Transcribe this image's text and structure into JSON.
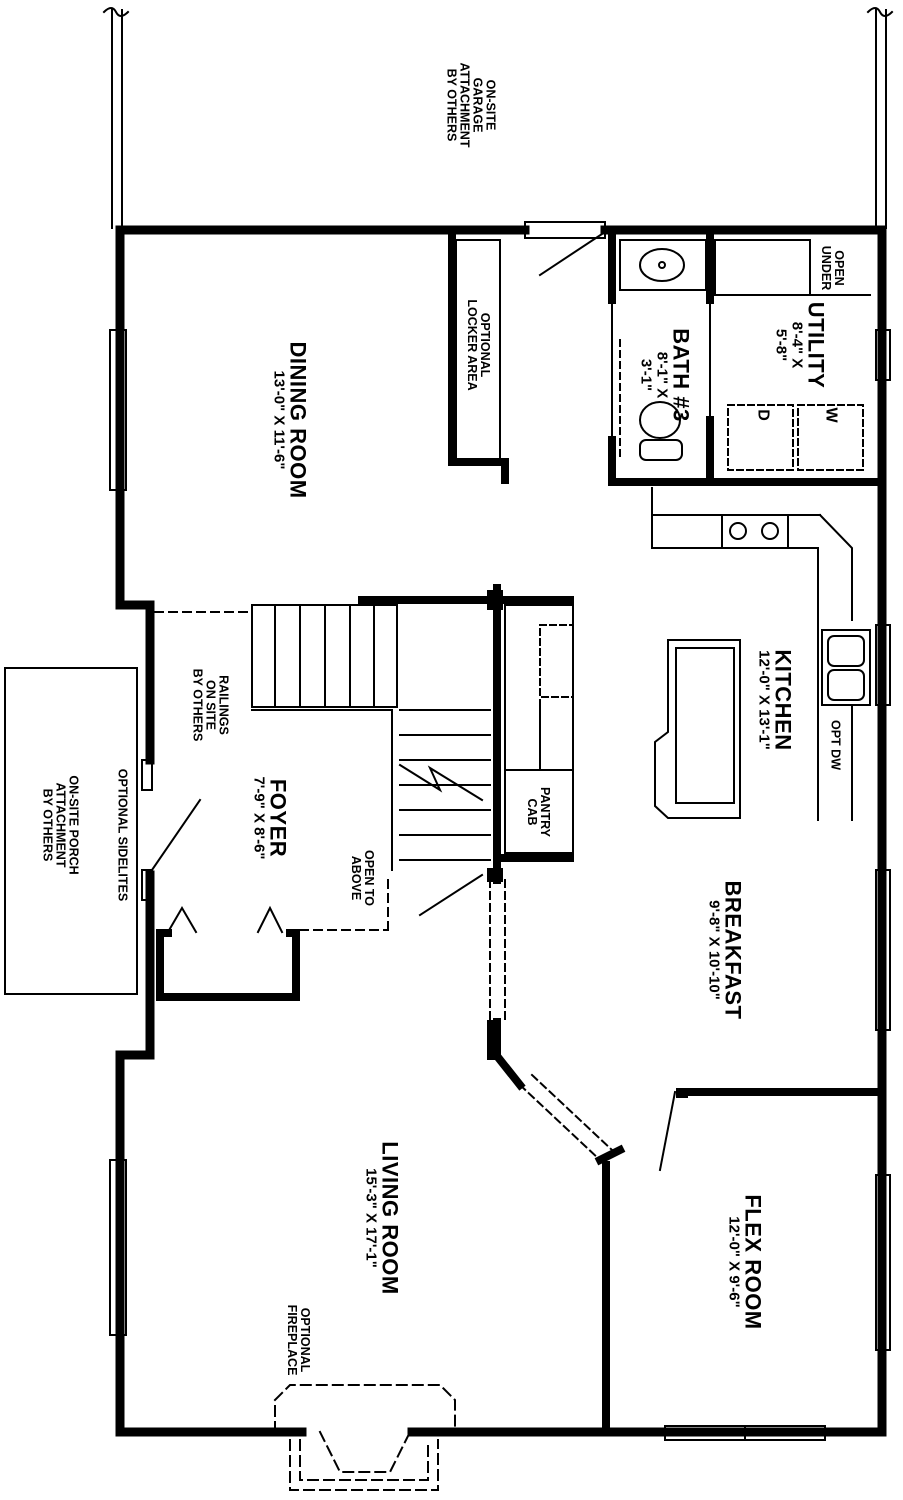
{
  "rooms": {
    "dining": {
      "name": "DINING ROOM",
      "dims": "13'-0\" X 11'-6\""
    },
    "foyer": {
      "name": "FOYER",
      "dims": "7'-9\" X 8'-6\""
    },
    "living": {
      "name": "LIVING ROOM",
      "dims": "15'-3\" X 17'-1\""
    },
    "kitchen": {
      "name": "KITCHEN",
      "dims": "12'-0\" X 13'-1\""
    },
    "breakfast": {
      "name": "BREAKFAST",
      "dims": "9'-8\" X 10'-10\""
    },
    "flex": {
      "name": "FLEX ROOM",
      "dims": "12'-0\" X 9'-6\""
    },
    "utility": {
      "name": "UTILITY",
      "dims_line1": "8'-4\" X",
      "dims_line2": "5'-8\""
    },
    "bath": {
      "name": "BATH #3",
      "dims_line1": "8'-1\" X",
      "dims_line2": "3'-1\""
    }
  },
  "notes": {
    "garage": [
      "ON-SITE",
      "GARAGE",
      "ATTACHMENT",
      "BY OTHERS"
    ],
    "porch": [
      "ON-SITE PORCH",
      "ATTACHMENT",
      "BY OTHERS"
    ],
    "sidelites": "OPTIONAL SIDELITES",
    "railings": [
      "RAILINGS",
      "ON SITE",
      "BY OTHERS"
    ],
    "open_to_above": [
      "OPEN TO",
      "ABOVE"
    ],
    "locker": [
      "OPTIONAL",
      "LOCKER AREA"
    ],
    "open_under": [
      "OPEN",
      "UNDER"
    ],
    "pantry": [
      "PANTRY",
      "CAB"
    ],
    "opt_dw": "OPT DW",
    "fireplace": [
      "OPTIONAL",
      "FIREPLACE"
    ],
    "washer": "W",
    "dryer": "D"
  }
}
